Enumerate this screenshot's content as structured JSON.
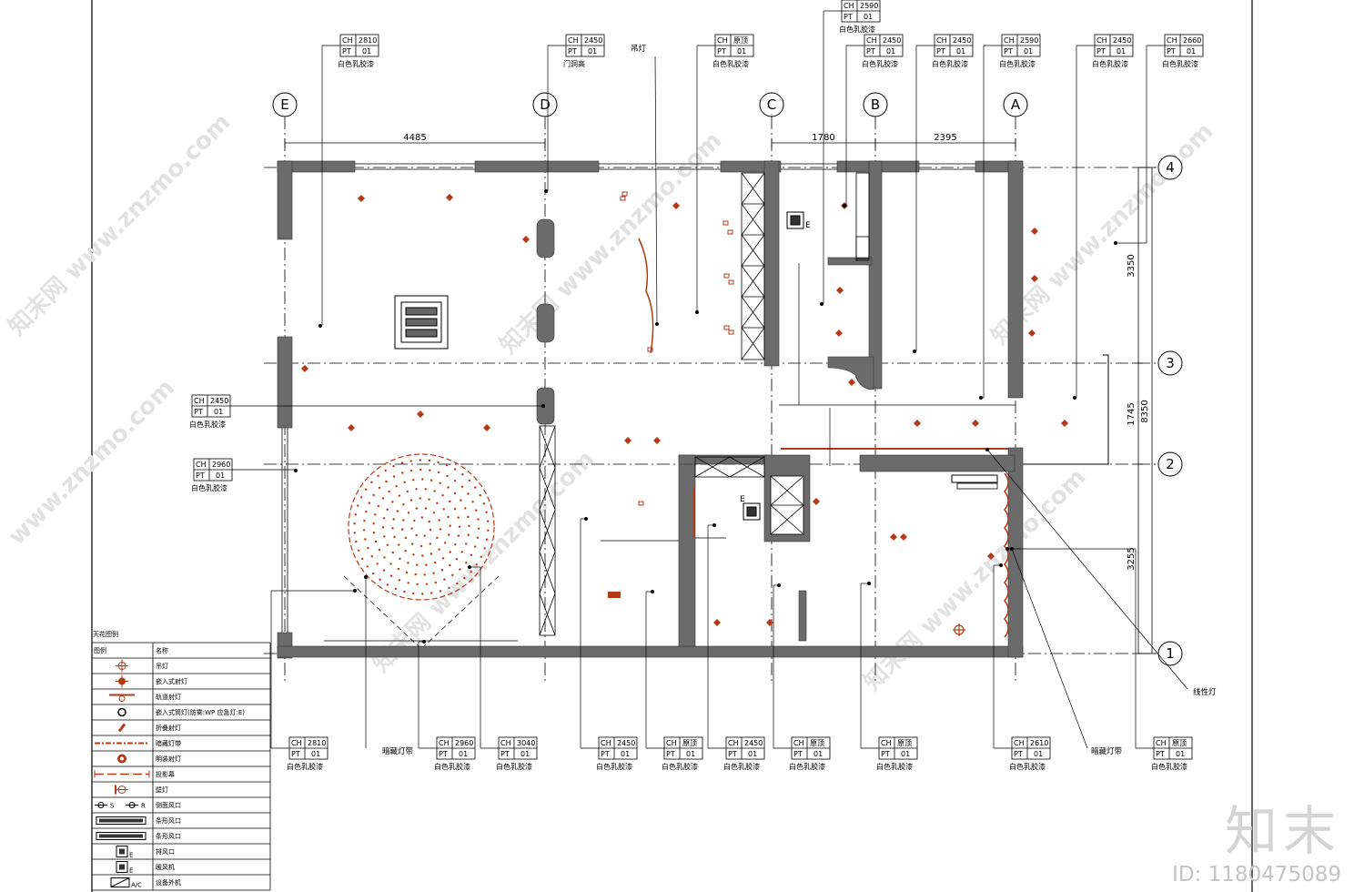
{
  "axes": {
    "vertical": [
      "E",
      "D",
      "C",
      "B",
      "A"
    ],
    "horizontal": [
      "4",
      "3",
      "2",
      "1"
    ]
  },
  "dimensions": {
    "top": [
      "4485",
      "1780",
      "2395"
    ],
    "right": [
      "3350",
      "1745",
      "3255",
      "8350"
    ]
  },
  "tags": [
    {
      "ch": "2810",
      "pt": "01",
      "label": "白色乳胶漆"
    },
    {
      "ch": "2450",
      "pt": "01",
      "label": "门洞高"
    },
    {
      "ch": "原顶",
      "pt": "01",
      "label": "白色乳胶漆"
    },
    {
      "ch": "2590",
      "pt": "01",
      "label": "白色乳胶漆"
    },
    {
      "ch": "2450",
      "pt": "01",
      "label": "白色乳胶漆"
    },
    {
      "ch": "2450",
      "pt": "01",
      "label": "白色乳胶漆"
    },
    {
      "ch": "2590",
      "pt": "01",
      "label": "白色乳胶漆"
    },
    {
      "ch": "2450",
      "pt": "01",
      "label": "白色乳胶漆"
    },
    {
      "ch": "2660",
      "pt": "01",
      "label": "白色乳胶漆"
    },
    {
      "ch": "2450",
      "pt": "01",
      "label": "白色乳胶漆"
    },
    {
      "ch": "2960",
      "pt": "01",
      "label": "白色乳胶漆"
    },
    {
      "ch": "2810",
      "pt": "01",
      "label": "白色乳胶漆"
    },
    {
      "ch": "2960",
      "pt": "01",
      "label": "白色乳胶漆"
    },
    {
      "ch": "3040",
      "pt": "01",
      "label": "白色乳胶漆"
    },
    {
      "ch": "2450",
      "pt": "01",
      "label": "白色乳胶漆"
    },
    {
      "ch": "原顶",
      "pt": "01",
      "label": "白色乳胶漆"
    },
    {
      "ch": "2450",
      "pt": "01",
      "label": "白色乳胶漆"
    },
    {
      "ch": "原顶",
      "pt": "01",
      "label": "白色乳胶漆"
    },
    {
      "ch": "原顶",
      "pt": "01",
      "label": "白色乳胶漆"
    },
    {
      "ch": "2610",
      "pt": "01",
      "label": "白色乳胶漆"
    },
    {
      "ch": "原顶",
      "pt": "01",
      "label": "白色乳胶漆"
    }
  ],
  "notes": {
    "pendant": "吊灯",
    "hidden_strip_1": "暗藏灯带",
    "hidden_strip_2": "暗藏灯带",
    "linear": "线性灯"
  },
  "legend": {
    "title": "天花图例",
    "header": [
      "图例",
      "名称"
    ],
    "items": [
      {
        "icon": "pendant-lamp-icon",
        "name": "吊灯"
      },
      {
        "icon": "recessed-spotlight-icon",
        "name": "嵌入式射灯"
      },
      {
        "icon": "track-spotlight-icon",
        "name": "轨道射灯"
      },
      {
        "icon": "recessed-downlight-icon",
        "name": "嵌入式筒灯(防雾:WP 应急灯:E)"
      },
      {
        "icon": "fold-spotlight-icon",
        "name": "折叠射灯"
      },
      {
        "icon": "hidden-strip-icon",
        "name": "暗藏灯带"
      },
      {
        "icon": "surface-spotlight-icon",
        "name": "明装射灯"
      },
      {
        "icon": "projection-screen-icon",
        "name": "投影幕"
      },
      {
        "icon": "wall-lamp-icon",
        "name": "壁灯"
      },
      {
        "icon": "side-vent-icon",
        "name": "侧面风口",
        "codes": [
          "S",
          "R"
        ]
      },
      {
        "icon": "strip-vent-icon",
        "name": "条形风口"
      },
      {
        "icon": "strip-vent-icon-2",
        "name": "条形风口"
      },
      {
        "icon": "exhaust-vent-icon",
        "name": "排风口",
        "code": "E"
      },
      {
        "icon": "heater-icon",
        "name": "暖风机",
        "code": "E"
      },
      {
        "icon": "ac-unit-icon",
        "name": "设备外机",
        "code": "A/C"
      }
    ]
  },
  "watermark": {
    "logo": "知末",
    "id": "ID: 1180475089",
    "site": "www.znzmo.com",
    "brand": "知末网"
  },
  "colors": {
    "wall": "#6b6b6b",
    "light": "#b33a14",
    "line": "#000000"
  }
}
